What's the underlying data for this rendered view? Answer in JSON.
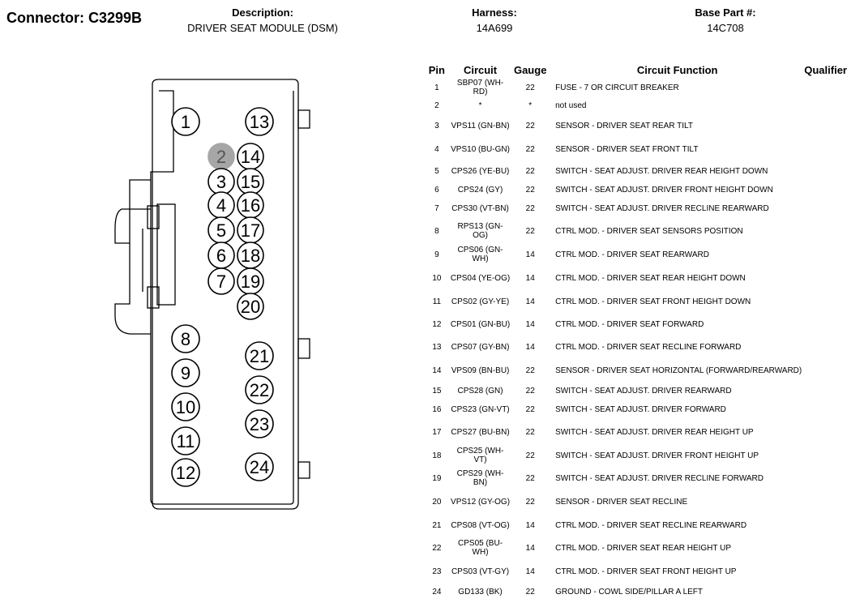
{
  "header": {
    "connector": "Connector: C3299B",
    "description_label": "Description:",
    "description_value": "DRIVER SEAT MODULE (DSM)",
    "harness_label": "Harness:",
    "harness_value": "14A699",
    "base_part_label": "Base Part #:",
    "base_part_value": "14C708"
  },
  "table": {
    "headers": {
      "pin": "Pin",
      "circuit": "Circuit",
      "gauge": "Gauge",
      "function": "Circuit Function",
      "qualifier": "Qualifier"
    },
    "rows": [
      {
        "pin": "1",
        "circuit": "SBP07 (WH-RD)",
        "gauge": "22",
        "function": "FUSE - 7 OR CIRCUIT BREAKER"
      },
      {
        "pin": "2",
        "circuit": "*",
        "gauge": "*",
        "function": "not used"
      },
      {
        "pin": "3",
        "circuit": "VPS11 (GN-BN)",
        "gauge": "22",
        "function": "SENSOR - DRIVER SEAT REAR TILT"
      },
      {
        "pin": "4",
        "circuit": "VPS10 (BU-GN)",
        "gauge": "22",
        "function": "SENSOR - DRIVER SEAT FRONT TILT"
      },
      {
        "pin": "5",
        "circuit": "CPS26 (YE-BU)",
        "gauge": "22",
        "function": "SWITCH - SEAT ADJUST. DRIVER REAR HEIGHT DOWN"
      },
      {
        "pin": "6",
        "circuit": "CPS24 (GY)",
        "gauge": "22",
        "function": "SWITCH - SEAT ADJUST. DRIVER FRONT HEIGHT DOWN"
      },
      {
        "pin": "7",
        "circuit": "CPS30 (VT-BN)",
        "gauge": "22",
        "function": "SWITCH - SEAT ADJUST. DRIVER RECLINE REARWARD"
      },
      {
        "pin": "8",
        "circuit": "RPS13 (GN-OG)",
        "gauge": "22",
        "function": "CTRL MOD. - DRIVER SEAT SENSORS POSITION"
      },
      {
        "pin": "9",
        "circuit": "CPS06 (GN-WH)",
        "gauge": "14",
        "function": "CTRL MOD. - DRIVER SEAT REARWARD"
      },
      {
        "pin": "10",
        "circuit": "CPS04 (YE-OG)",
        "gauge": "14",
        "function": "CTRL MOD. - DRIVER SEAT REAR HEIGHT DOWN"
      },
      {
        "pin": "11",
        "circuit": "CPS02 (GY-YE)",
        "gauge": "14",
        "function": "CTRL MOD. - DRIVER SEAT FRONT HEIGHT DOWN"
      },
      {
        "pin": "12",
        "circuit": "CPS01 (GN-BU)",
        "gauge": "14",
        "function": "CTRL MOD. - DRIVER SEAT FORWARD"
      },
      {
        "pin": "13",
        "circuit": "CPS07 (GY-BN)",
        "gauge": "14",
        "function": "CTRL MOD. - DRIVER SEAT RECLINE FORWARD"
      },
      {
        "pin": "14",
        "circuit": "VPS09 (BN-BU)",
        "gauge": "22",
        "function": "SENSOR - DRIVER SEAT HORIZONTAL (FORWARD/REARWARD)"
      },
      {
        "pin": "15",
        "circuit": "CPS28 (GN)",
        "gauge": "22",
        "function": "SWITCH - SEAT ADJUST. DRIVER REARWARD"
      },
      {
        "pin": "16",
        "circuit": "CPS23 (GN-VT)",
        "gauge": "22",
        "function": "SWITCH - SEAT ADJUST. DRIVER FORWARD"
      },
      {
        "pin": "17",
        "circuit": "CPS27 (BU-BN)",
        "gauge": "22",
        "function": "SWITCH - SEAT ADJUST. DRIVER REAR HEIGHT UP"
      },
      {
        "pin": "18",
        "circuit": "CPS25 (WH-VT)",
        "gauge": "22",
        "function": "SWITCH - SEAT ADJUST. DRIVER FRONT HEIGHT UP"
      },
      {
        "pin": "19",
        "circuit": "CPS29 (WH-BN)",
        "gauge": "22",
        "function": "SWITCH - SEAT ADJUST. DRIVER RECLINE FORWARD"
      },
      {
        "pin": "20",
        "circuit": "VPS12 (GY-OG)",
        "gauge": "22",
        "function": "SENSOR - DRIVER SEAT RECLINE"
      },
      {
        "pin": "21",
        "circuit": "CPS08 (VT-OG)",
        "gauge": "14",
        "function": "CTRL MOD. - DRIVER SEAT RECLINE REARWARD"
      },
      {
        "pin": "22",
        "circuit": "CPS05 (BU-WH)",
        "gauge": "14",
        "function": "CTRL MOD. - DRIVER SEAT REAR HEIGHT UP"
      },
      {
        "pin": "23",
        "circuit": "CPS03 (VT-GY)",
        "gauge": "14",
        "function": "CTRL MOD. - DRIVER SEAT FRONT HEIGHT UP"
      },
      {
        "pin": "24",
        "circuit": "GD133 (BK)",
        "gauge": "22",
        "function": "GROUND - COWL SIDE/PILLAR A LEFT"
      }
    ]
  },
  "diagram": {
    "pins": [
      "1",
      "2",
      "3",
      "4",
      "5",
      "6",
      "7",
      "8",
      "9",
      "10",
      "11",
      "12",
      "13",
      "14",
      "15",
      "16",
      "17",
      "18",
      "19",
      "20",
      "21",
      "22",
      "23",
      "24"
    ],
    "unused_pin": "2",
    "colors": {
      "line": "#000000",
      "unused_fill": "#a6a6a6",
      "unused_text": "#555555"
    }
  }
}
